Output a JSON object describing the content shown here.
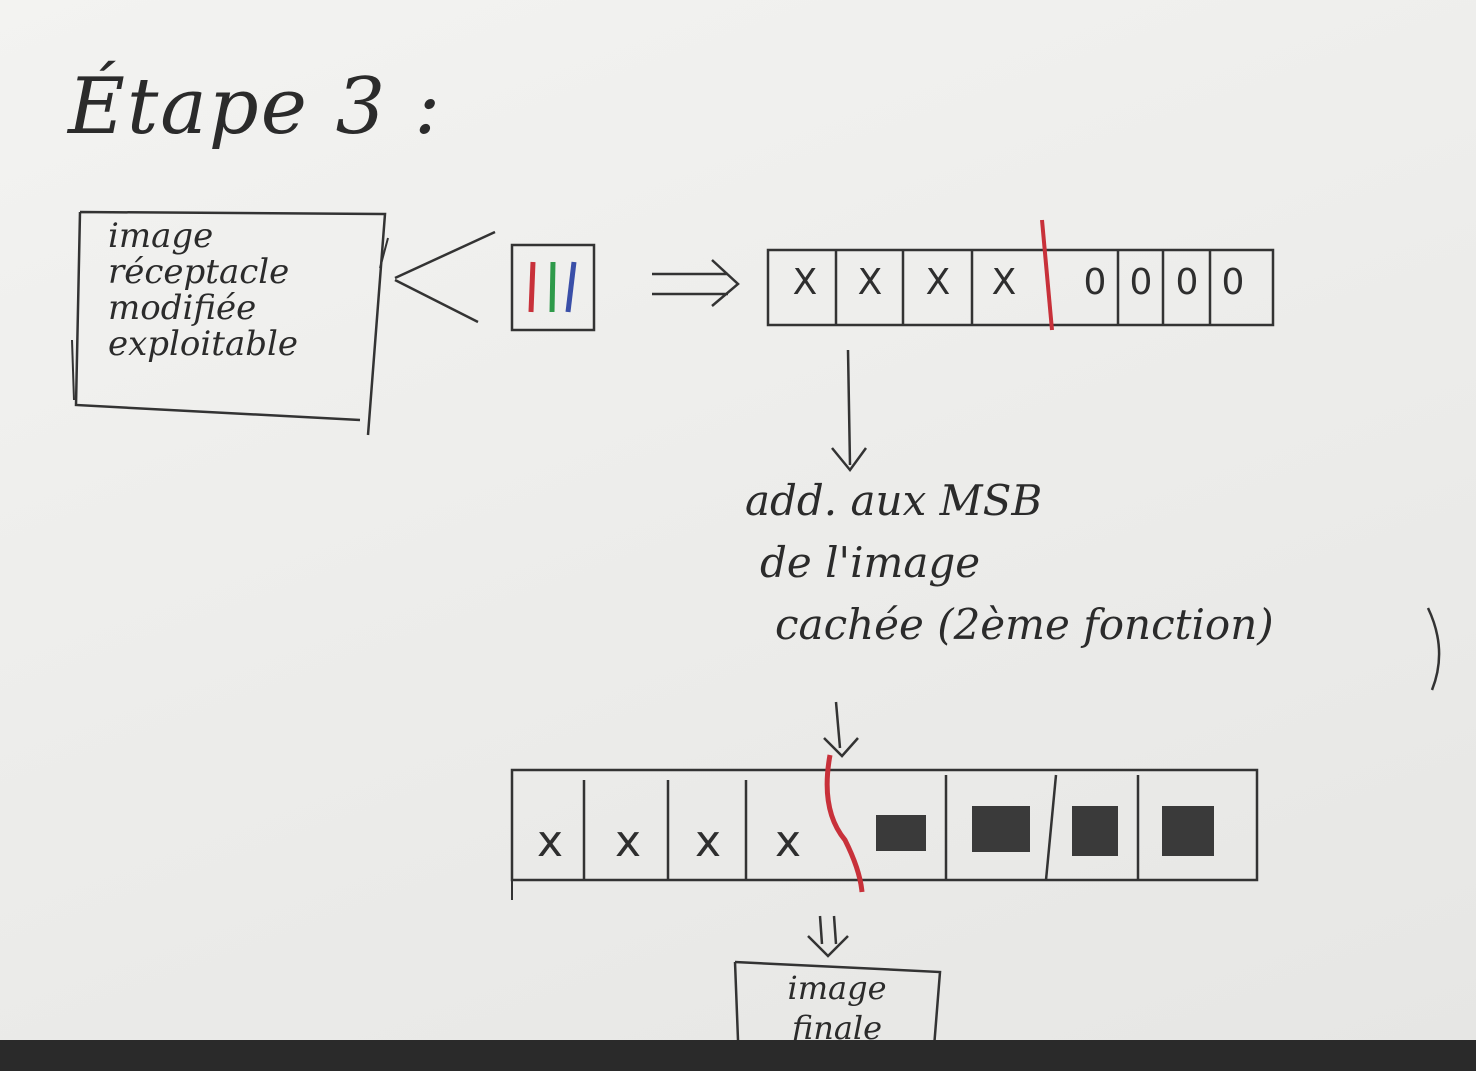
{
  "title": "Étape 3 :",
  "source_box": {
    "lines": [
      "image",
      "réceptacle",
      "modifiée",
      "exploitable"
    ]
  },
  "top_bits": {
    "left": [
      "X",
      "X",
      "X",
      "X"
    ],
    "right": [
      "0",
      "0",
      "0",
      "0"
    ]
  },
  "note": {
    "lines": [
      "add. aux MSB",
      "de l'image",
      "cachée (2ème fonction)"
    ]
  },
  "bottom_bits": {
    "left": [
      "x",
      "x",
      "x",
      "x"
    ]
  },
  "final_box": {
    "lines": [
      "image",
      "finale"
    ]
  },
  "colors": {
    "ink": "#2b2b2b",
    "red_marker": "#c8313a",
    "green_marker": "#2e9a4a",
    "blue_marker": "#3a4fa8",
    "fill": "#3a3a3a"
  }
}
